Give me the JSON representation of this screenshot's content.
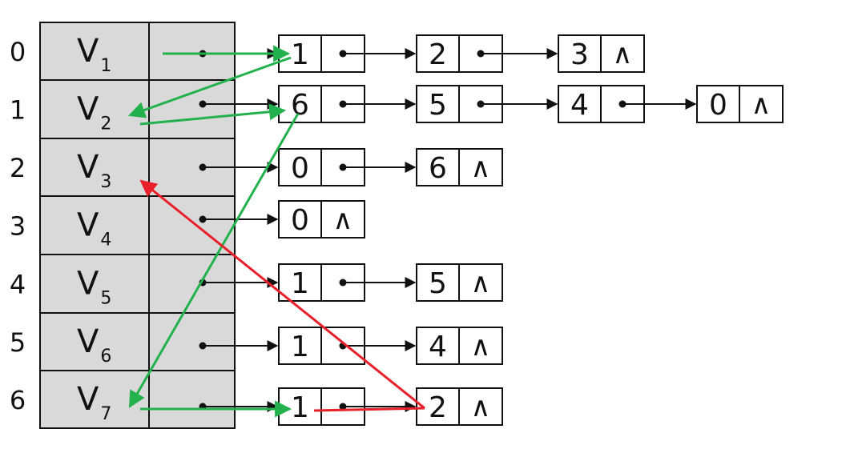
{
  "vertices": [
    {
      "index": "0",
      "name": "V",
      "sub": "1"
    },
    {
      "index": "1",
      "name": "V",
      "sub": "2"
    },
    {
      "index": "2",
      "name": "V",
      "sub": "3"
    },
    {
      "index": "3",
      "name": "V",
      "sub": "4"
    },
    {
      "index": "4",
      "name": "V",
      "sub": "5"
    },
    {
      "index": "5",
      "name": "V",
      "sub": "6"
    },
    {
      "index": "6",
      "name": "V",
      "sub": "7"
    }
  ],
  "adjacency": [
    [
      "1",
      "2",
      "3"
    ],
    [
      "6",
      "5",
      "4",
      "0"
    ],
    [
      "0",
      "6"
    ],
    [
      "0"
    ],
    [
      "1",
      "5"
    ],
    [
      "1",
      "4"
    ],
    [
      "1",
      "2"
    ]
  ],
  "nil_symbol": "∧",
  "colors": {
    "table_fill": "#d9d9d9",
    "line": "#111111",
    "traversal_green": "#22b14c",
    "backtrack_red": "#e8202a"
  }
}
